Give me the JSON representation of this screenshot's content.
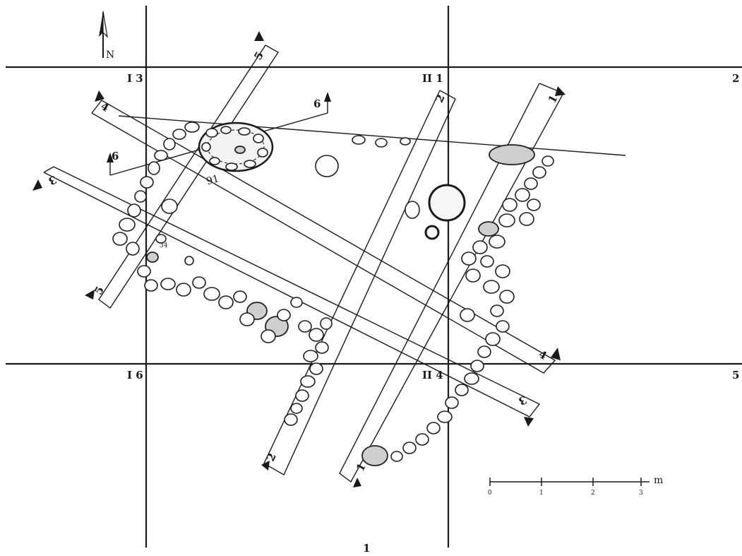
{
  "figure_label": "1",
  "north_label": "N",
  "grid_labels": {
    "top_left": "I 3",
    "top_mid": "II 1",
    "top_right": "2",
    "bottom_left": "I 6",
    "bottom_mid": "II 4",
    "bottom_right": "5"
  },
  "section_labels": {
    "s1_top": "1",
    "s1_bottom": "1",
    "s2_top": "2",
    "s2_bottom": "2",
    "s3_left": "3",
    "s3_right": "3",
    "s4_left": "4",
    "s4_right": "4",
    "s5_top": "5",
    "s5_bottom": "5",
    "s6_left": "6",
    "s6_right": "6"
  },
  "feature_labels": {
    "hearth": "91",
    "small": "34"
  },
  "scale_bar": {
    "unit": "m",
    "ticks": [
      "0",
      "1",
      "2",
      "3"
    ]
  }
}
